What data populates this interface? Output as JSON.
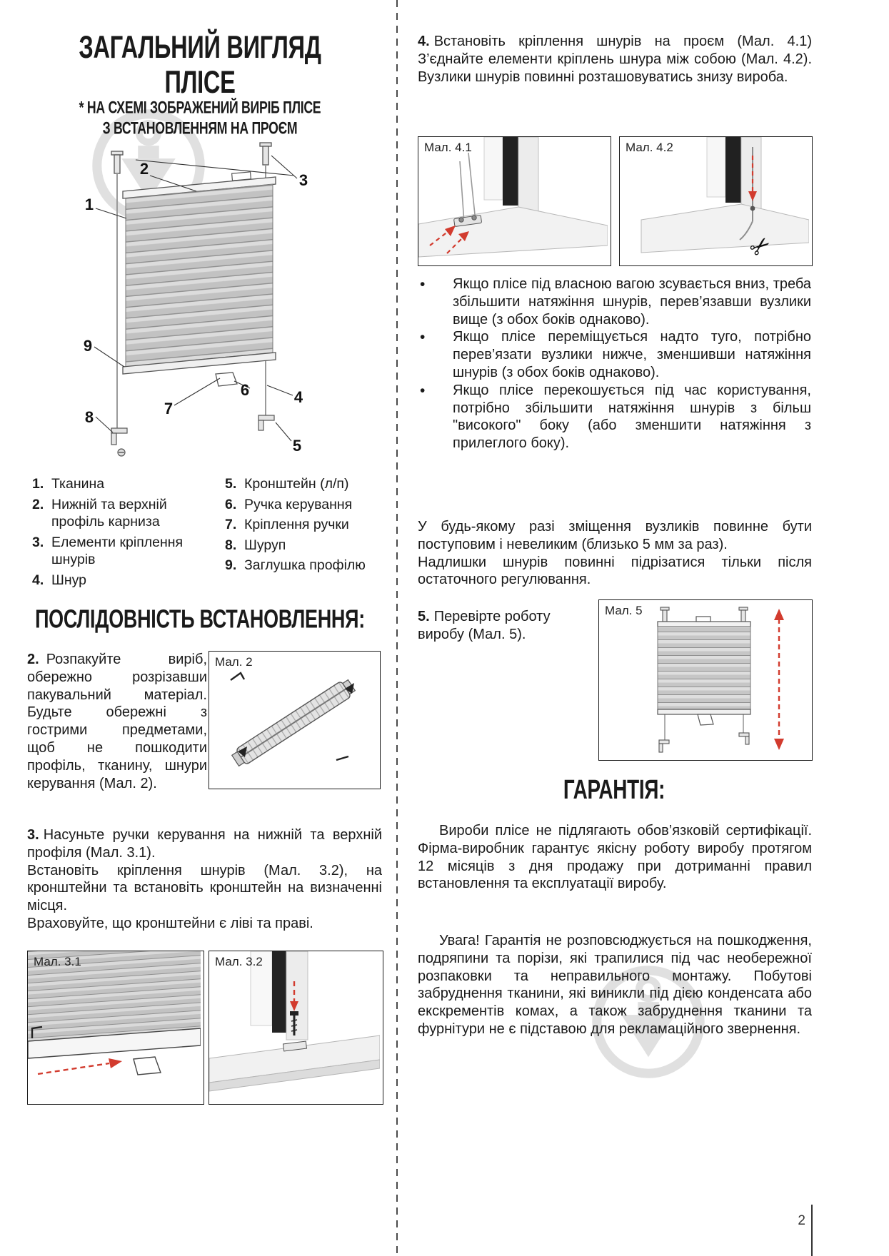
{
  "colors": {
    "accent_red": "#d23b2e",
    "ink": "#1a1a1a",
    "watermark": "#c8c8c8"
  },
  "page": {
    "number": "2"
  },
  "icons": {
    "scissors": "✂"
  },
  "figures": {
    "fig2": "Мал. 2",
    "fig31": "Мал. 3.1",
    "fig32": "Мал. 3.2",
    "fig41": "Мал. 4.1",
    "fig42": "Мал. 4.2",
    "fig5": "Мал. 5"
  },
  "left": {
    "title_line1": "ЗАГАЛЬНИЙ ВИГЛЯД",
    "title_line2": "ПЛІСЕ",
    "subtitle_line1": "* НА СХЕМІ ЗОБРАЖЕНИЙ ВИРІБ ПЛІСЕ",
    "subtitle_line2": "З ВСТАНОВЛЕННЯМ НА ПРОЄМ",
    "diagram_callouts": [
      "1",
      "2",
      "3",
      "4",
      "5",
      "6",
      "7",
      "8",
      "9"
    ],
    "legend_col1": [
      {
        "num": "1.",
        "text": "Тканина"
      },
      {
        "num": "2.",
        "text": "Нижній та верхній профіль карниза"
      },
      {
        "num": "3.",
        "text": "Елементи кріплення шнурів"
      },
      {
        "num": "4.",
        "text": "Шнур"
      }
    ],
    "legend_col2": [
      {
        "num": "5.",
        "text": "Кронштейн (л/п)"
      },
      {
        "num": "6.",
        "text": "Ручка керування"
      },
      {
        "num": "7.",
        "text": "Кріплення ручки"
      },
      {
        "num": "8.",
        "text": "Шуруп"
      },
      {
        "num": "9.",
        "text": "Заглушка профілю"
      }
    ],
    "install_title": "ПОСЛІДОВНІСТЬ ВСТАНОВЛЕННЯ:",
    "step2_num": "2.",
    "step2_text": "Розпакуйте виріб, обережно розрізавши пакувальний матеріал. Будьте обережні з гострими предметами, щоб не пошкодити профіль, тканину, шнури керування (Мал. 2).",
    "step3_num": "3.",
    "step3_line1": "Насуньте ручки керування на нижній та верхній профіля (Мал. 3.1).",
    "step3_line2": "Встановіть кріплення шнурів (Мал. 3.2), на кронштейни та встановіть кронштейн на визначенні місця.",
    "step3_line3": "Враховуйте, що кронштейни є ліві та праві."
  },
  "right": {
    "step4_num": "4.",
    "step4_text": "Встановіть кріплення шнурів на проєм (Мал. 4.1) З’єднайте елементи кріплень шнура між собою (Мал. 4.2). Вузлики шнурів повинні розташовуватись знизу вироба.",
    "bullet_char": "•",
    "bullets": [
      "Якщо плісе під власною вагою зсувається вниз, треба збільшити натяжіння шнурів, перев’язавши вузлики вище (з обох боків однаково).",
      "Якщо плісе переміщується надто туго, потрібно перев’язати вузлики нижче, зменшивши натяжіння шнурів (з обох боків однаково).",
      "Якщо плісе перекошується під час користування, потрібно збільшити натяжіння шнурів з більш \"високого\" боку (або зменшити натяжіння з прилеглого боку)."
    ],
    "note_p1": "У будь-якому разі зміщення вузликів повинне бути поступовим і невеликим (близько 5 мм за раз).",
    "note_p2": "Надлишки шнурів повинні підрізатися тільки після остаточного регулювання.",
    "step5_num": "5.",
    "step5_text": "Перевірте роботу виробу (Мал. 5).",
    "warranty_title": "ГАРАНТІЯ:",
    "warranty_p1": "Вироби плісе не підлягають обов’язковій сертифікації. Фірма-виробник гарантує якісну роботу виробу протягом 12 місяців з дня продажу при дотриманні правил встановлення та експлуатації виробу.",
    "warranty_p2": "Увага! Гарантія не розповсюджується на пошкодження, подряпини та порізи, які трапилися під час необережної розпаковки та неправильного монтажу. Побутові забруднення тканини, які виникли під дією конденсата або екскрементів комах, а також забруднення тканини та фурнітури не є підставою для рекламаційного звернення."
  }
}
